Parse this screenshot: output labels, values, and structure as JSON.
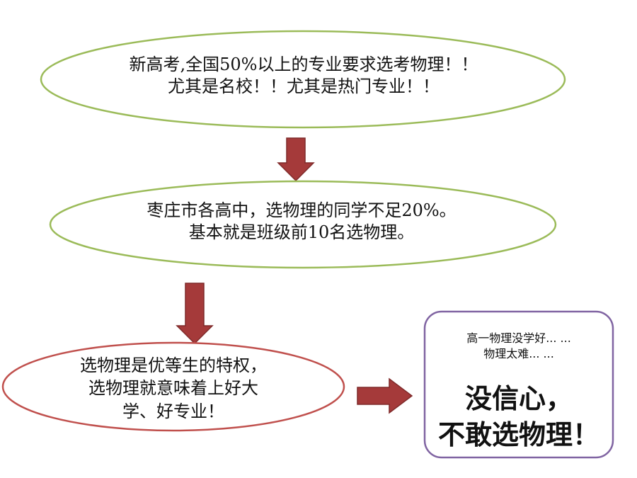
{
  "nodes": {
    "top": {
      "lines": [
        "新高考,全国50%以上的专业要求选考物理！！",
        "尤其是名校！！尤其是热门专业！！"
      ]
    },
    "middle": {
      "lines": [
        "枣庄市各高中，选物理的同学不足20%。",
        "基本就是班级前10名选物理。"
      ]
    },
    "bottom_left": {
      "lines": [
        "选物理是优等生的特权，",
        "选物理就意味着上好大",
        "学、好专业！"
      ]
    },
    "conclusion": {
      "small_lines": [
        "高一物理没学好... ...",
        "物理太难... ..."
      ],
      "big_lines": [
        "没信心，",
        "不敢选物理！"
      ]
    }
  },
  "colors": {
    "ellipse_green": "#9bbb59",
    "ellipse_red": "#c0504d",
    "box_purple": "#8064a2",
    "arrow_fill": "#a53a3a",
    "arrow_stroke": "#7f2a2a"
  }
}
